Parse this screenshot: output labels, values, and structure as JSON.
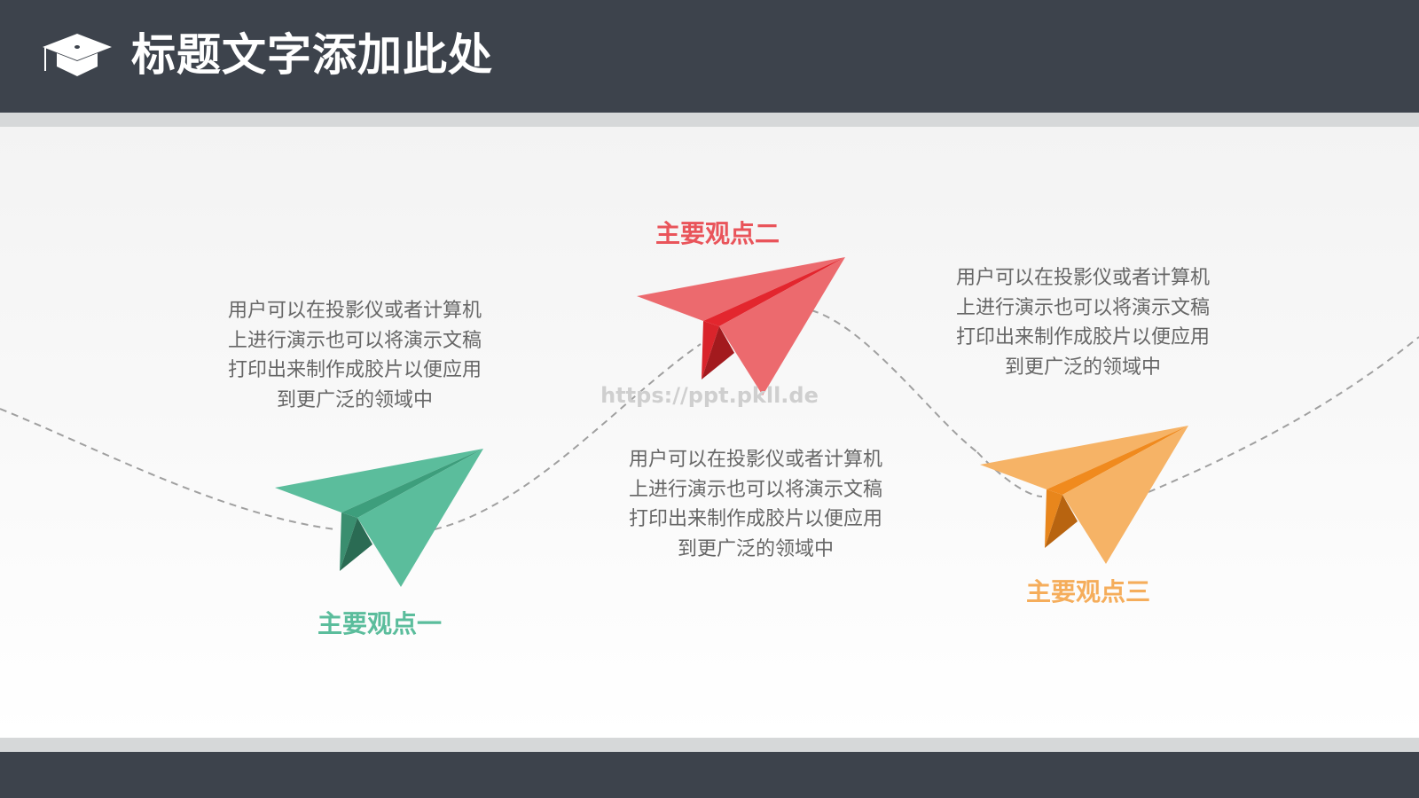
{
  "header": {
    "title": "标题文字添加此处",
    "icon": "graduation-cap-icon"
  },
  "watermark": "https://ppt.pkll.de",
  "colors": {
    "dark": "#3d434c",
    "green": "#5bbd9c",
    "red": "#e9545a",
    "orange": "#f5ad5b"
  },
  "points": [
    {
      "heading": "主要观点一",
      "lines": [
        "用户可以在投影仪或者计算机",
        "上进行演示也可以将演示文稿",
        "打印出来制作成胶片以便应用",
        "到更广泛的领域中"
      ]
    },
    {
      "heading": "主要观点二",
      "lines": [
        "用户可以在投影仪或者计算机",
        "上进行演示也可以将演示文稿",
        "打印出来制作成胶片以便应用",
        "到更广泛的领域中"
      ]
    },
    {
      "heading": "主要观点三",
      "lines": [
        "用户可以在投影仪或者计算机",
        "上进行演示也可以将演示文稿",
        "打印出来制作成胶片以便应用",
        "到更广泛的领域中"
      ]
    }
  ]
}
